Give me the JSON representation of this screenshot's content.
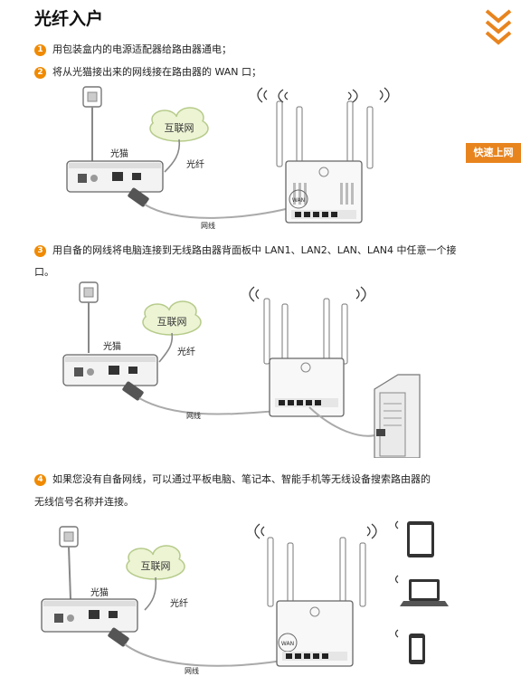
{
  "page": {
    "title": "光纤入户",
    "side_tab": "快速上网"
  },
  "steps": [
    {
      "num": "1",
      "text": "用包装盒内的电源适配器给路由器通电；"
    },
    {
      "num": "2",
      "text": "将从光猫接出来的网线接在路由器的 WAN 口；"
    },
    {
      "num": "3",
      "text": "用自备的网线将电脑连接到无线路由器背面板中 LAN1、LAN2、LAN、LAN4 中任意一个接",
      "text_cont": "口。"
    },
    {
      "num": "4",
      "text": "如果您没有自备网线，可以通过平板电脑、笔记本、智能手机等无线设备搜索路由器的",
      "text_cont": "无线信号名称并连接。"
    }
  ],
  "diagram_labels": {
    "internet": "互联网",
    "modem": "光猫",
    "fiber": "光纤",
    "cable": "网线",
    "wan": "WAN"
  },
  "colors": {
    "accent": "#f08a00",
    "tab": "#e8841e"
  }
}
